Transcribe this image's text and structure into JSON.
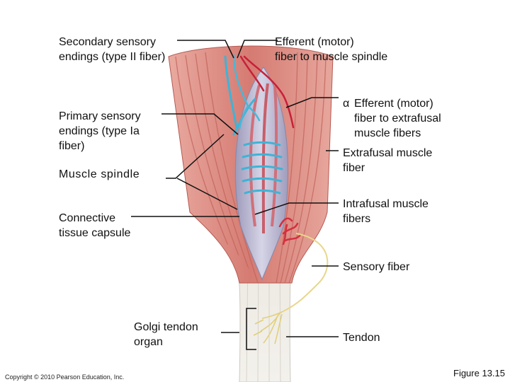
{
  "labels": {
    "secondary_sensory": "Secondary sensory\nendings (type II fiber)",
    "efferent_spindle": "Efferent (motor)\nfiber to muscle spindle",
    "primary_sensory": "Primary sensory\nendings (type Ia\nfiber)",
    "alpha_symbol": "α",
    "alpha_efferent": "Efferent (motor)\nfiber to extrafusal\nmuscle fibers",
    "extrafusal": "Extrafusal muscle\nfiber",
    "muscle_spindle": "Muscle spindle",
    "connective_capsule": "Connective\ntissue capsule",
    "intrafusal": "Intrafusal muscle\nfibers",
    "sensory_fiber": "Sensory fiber",
    "golgi_organ": "Golgi tendon\norgan",
    "tendon": "Tendon"
  },
  "footer": {
    "copyright": "Copyright © 2010 Pearson Education, Inc.",
    "figure": "Figure 13.15"
  },
  "colors": {
    "muscle": "#d9827a",
    "muscle_stripe": "#c25f58",
    "tendon": "#e6e3dc",
    "capsule": "#b9b6cf",
    "sensory_blue": "#3fb3d6",
    "motor_red": "#c8203a",
    "golgi_yellow": "#e8d78a",
    "leader": "#111111"
  }
}
